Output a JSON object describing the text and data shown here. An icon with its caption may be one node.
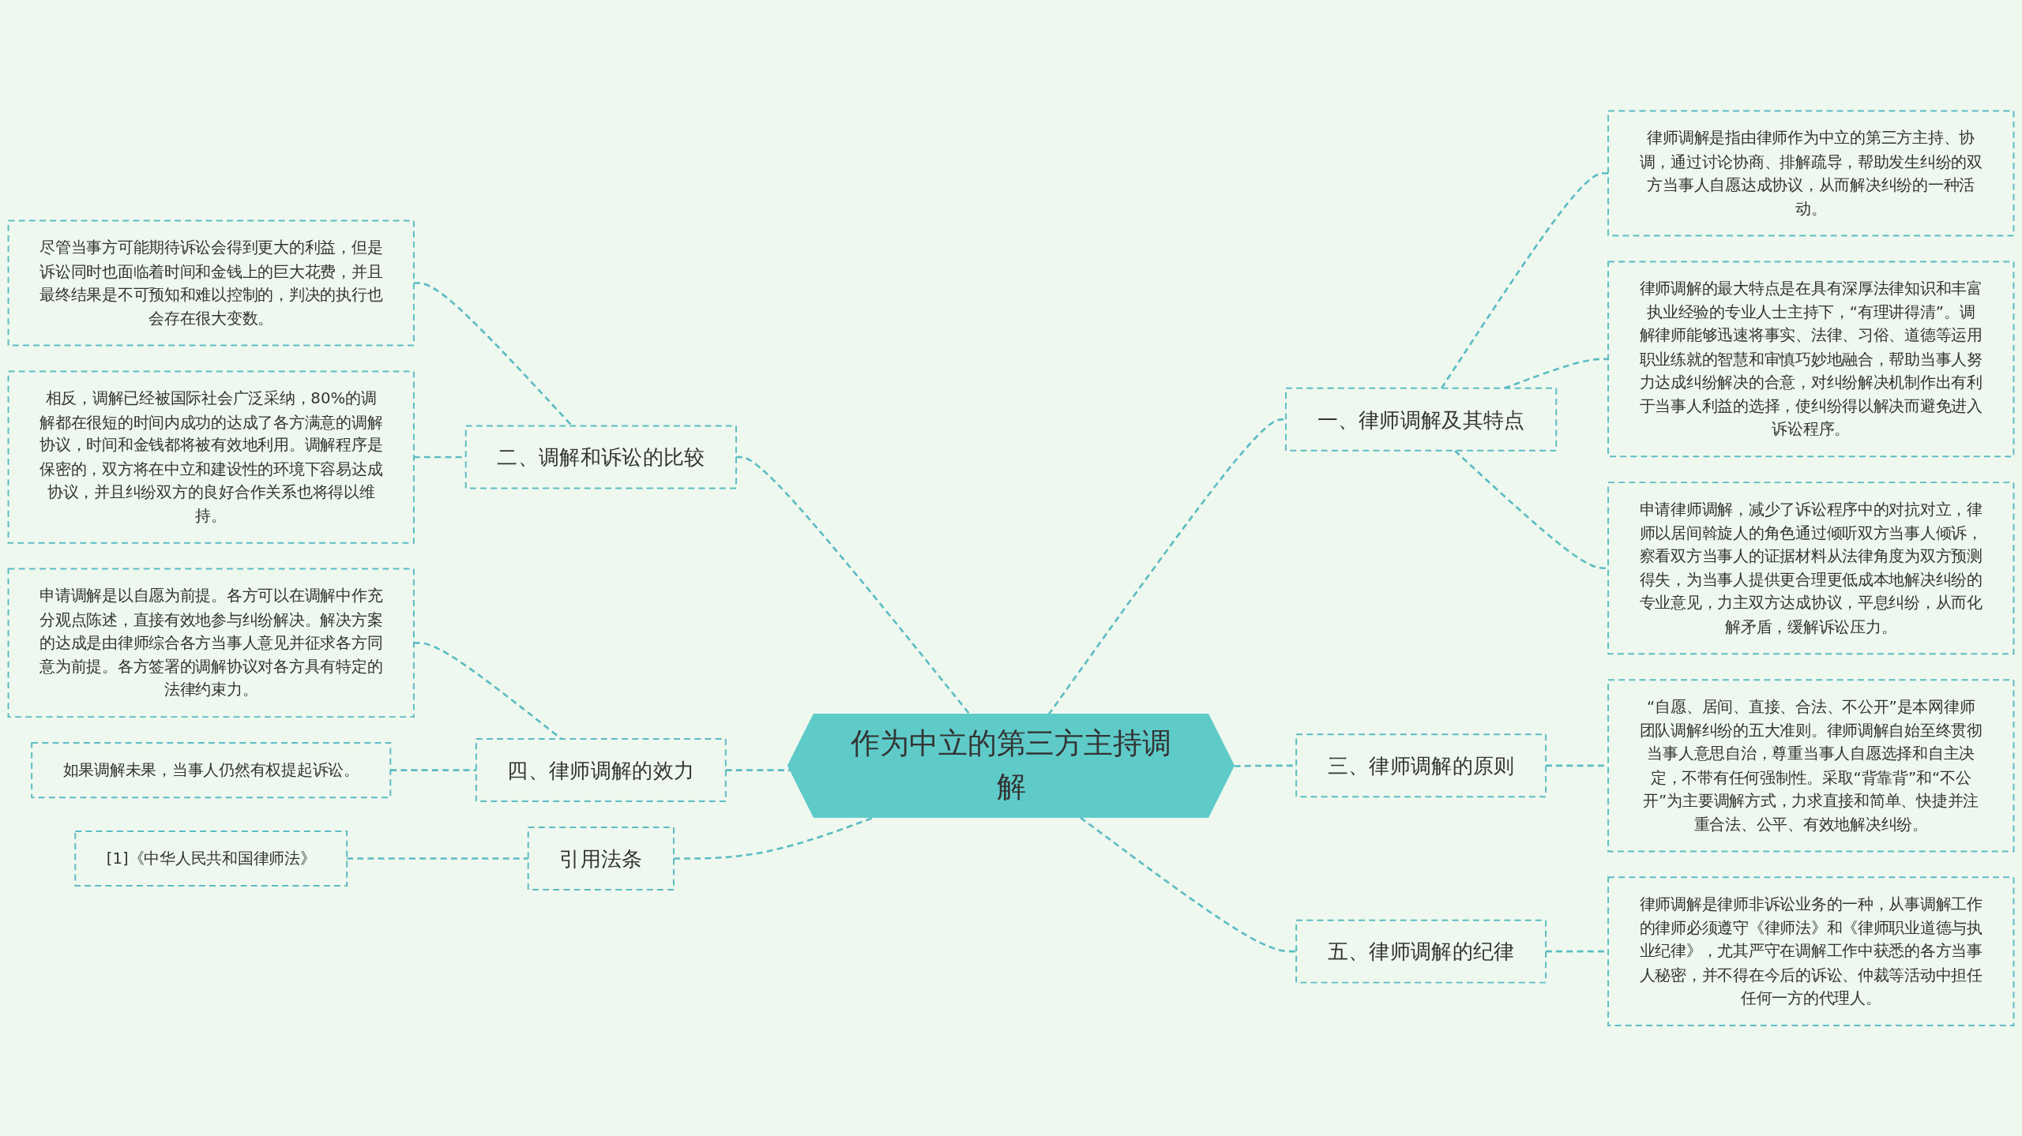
{
  "diagram": {
    "nodes": [
      {
        "text": [
          "作为中立的第三方主持调解"
        ]
      },
      {
        "text": [
          "二、调解和诉讼的比较"
        ]
      },
      {
        "text": [
          "尽管当事方可能期待诉讼会得到更大的利益，但是诉讼同时也面临着时间和金钱上的巨大花费，并且最终结果是不可预知和难以控制的，判决的执行也会存在很大变数。"
        ]
      },
      {
        "text": [
          "相反，调解已经被国际社会广泛采纳，80%的调解都在很短的时间内成功的达成了各方满意的调解协议，时间和金钱都将被有效地利用。调解程序是保密的，双方将在中立和建设性的环境下容易达成协议，并且纠纷双方的良好合作关系也将得以维持。"
        ]
      },
      {
        "text": [
          "四、律师调解的效力"
        ]
      },
      {
        "text": [
          "申请调解是以自愿为前提。各方可以在调解中作充分观点陈述，直接有效地参与纠纷解决。解决方案的达成是由律师综合各方当事人意见并征求各方同意为前提。各方签署的调解协议对各方具有特定的法律约束力。"
        ]
      },
      {
        "text": [
          "如果调解未果，当事人仍然有权提起诉讼。"
        ]
      },
      {
        "text": [
          "引用法条"
        ]
      },
      {
        "text": [
          "[1]《中华人民共和国律师法》"
        ]
      },
      {
        "text": [
          "一、律师调解及其特点"
        ]
      },
      {
        "text": [
          "律师调解是指由律师作为中立的第三方主持、协调，通过讨论协商、排解疏导，帮助发生纠纷的双方当事人自愿达成协议，从而解决纠纷的一种活动。"
        ]
      },
      {
        "text": [
          "律师调解的最大特点是在具有深厚法律知识和丰富执业经验的专业人士主持下，“有理讲得清”。调解律师能够迅速将事实、法律、习俗、道德等运用职业练就的智慧和审慎巧妙地融合，帮助当事人努力达成纠纷解决的合意，对纠纷解决机制作出有利于当事人利益的选择，使纠纷得以解决而避免进入诉讼程序。"
        ]
      },
      {
        "text": [
          "申请律师调解，减少了诉讼程序中的对抗对立，律师以居间斡旋人的角色通过倾听双方当事人倾诉，察看双方当事人的证据材料从法律角度为双方预测得失，为当事人提供更合理更低成本地解决纠纷的专业意见，力主双方达成协议，平息纠纷，从而化解矛盾，缓解诉讼压力。"
        ]
      },
      {
        "text": [
          "三、律师调解的原则"
        ]
      },
      {
        "text": [
          "“自愿、居间、直接、合法、不公开”是本网律师团队调解纠纷的五大准则。律师调解自始至终贯彻当事人意思自治，尊重当事人自愿选择和自主决定，不带有任何强制性。采取“背靠背”和“不公开”为主要调解方式，力求直接和简单、快捷并注重合法、公平、有效地解决纠纷。"
        ]
      },
      {
        "text": [
          "五、律师调解的纪律"
        ]
      },
      {
        "text": [
          "律师调解是律师非诉讼业务的一种，从事调解工作的律师必须遵守《律师法》和《律师职业道德与执业纪律》，尤其严守在调解工作中获悉的各方当事人秘密，并不得在今后的诉讼、仲裁等活动中担任任何一方的代理人。"
        ]
      }
    ],
    "edges": [
      {
        "from": 2,
        "to": 1,
        "arrow": "none",
        "style": "dashed"
      },
      {
        "from": 3,
        "to": 1,
        "arrow": "none",
        "style": "dashed"
      },
      {
        "from": 1,
        "to": 0,
        "arrow": "none",
        "style": "dashed"
      },
      {
        "from": 5,
        "to": 4,
        "arrow": "none",
        "style": "dashed"
      },
      {
        "from": 6,
        "to": 4,
        "arrow": "none",
        "style": "dashed"
      },
      {
        "from": 4,
        "to": 0,
        "arrow": "none",
        "style": "dashed"
      },
      {
        "from": 8,
        "to": 7,
        "arrow": "none",
        "style": "dashed"
      },
      {
        "from": 7,
        "to": 0,
        "arrow": "none",
        "style": "dashed"
      },
      {
        "from": 0,
        "to": 9,
        "arrow": "none",
        "style": "dashed"
      },
      {
        "from": 9,
        "to": 10,
        "arrow": "none",
        "style": "dashed"
      },
      {
        "from": 9,
        "to": 11,
        "arrow": "none",
        "style": "dashed"
      },
      {
        "from": 9,
        "to": 12,
        "arrow": "none",
        "style": "dashed"
      },
      {
        "from": 0,
        "to": 13,
        "arrow": "none",
        "style": "dashed"
      },
      {
        "from": 13,
        "to": 14,
        "arrow": "none",
        "style": "dashed"
      },
      {
        "from": 0,
        "to": 15,
        "arrow": "none",
        "style": "dashed"
      },
      {
        "from": 15,
        "to": 16,
        "arrow": "none",
        "style": "dashed"
      }
    ]
  }
}
